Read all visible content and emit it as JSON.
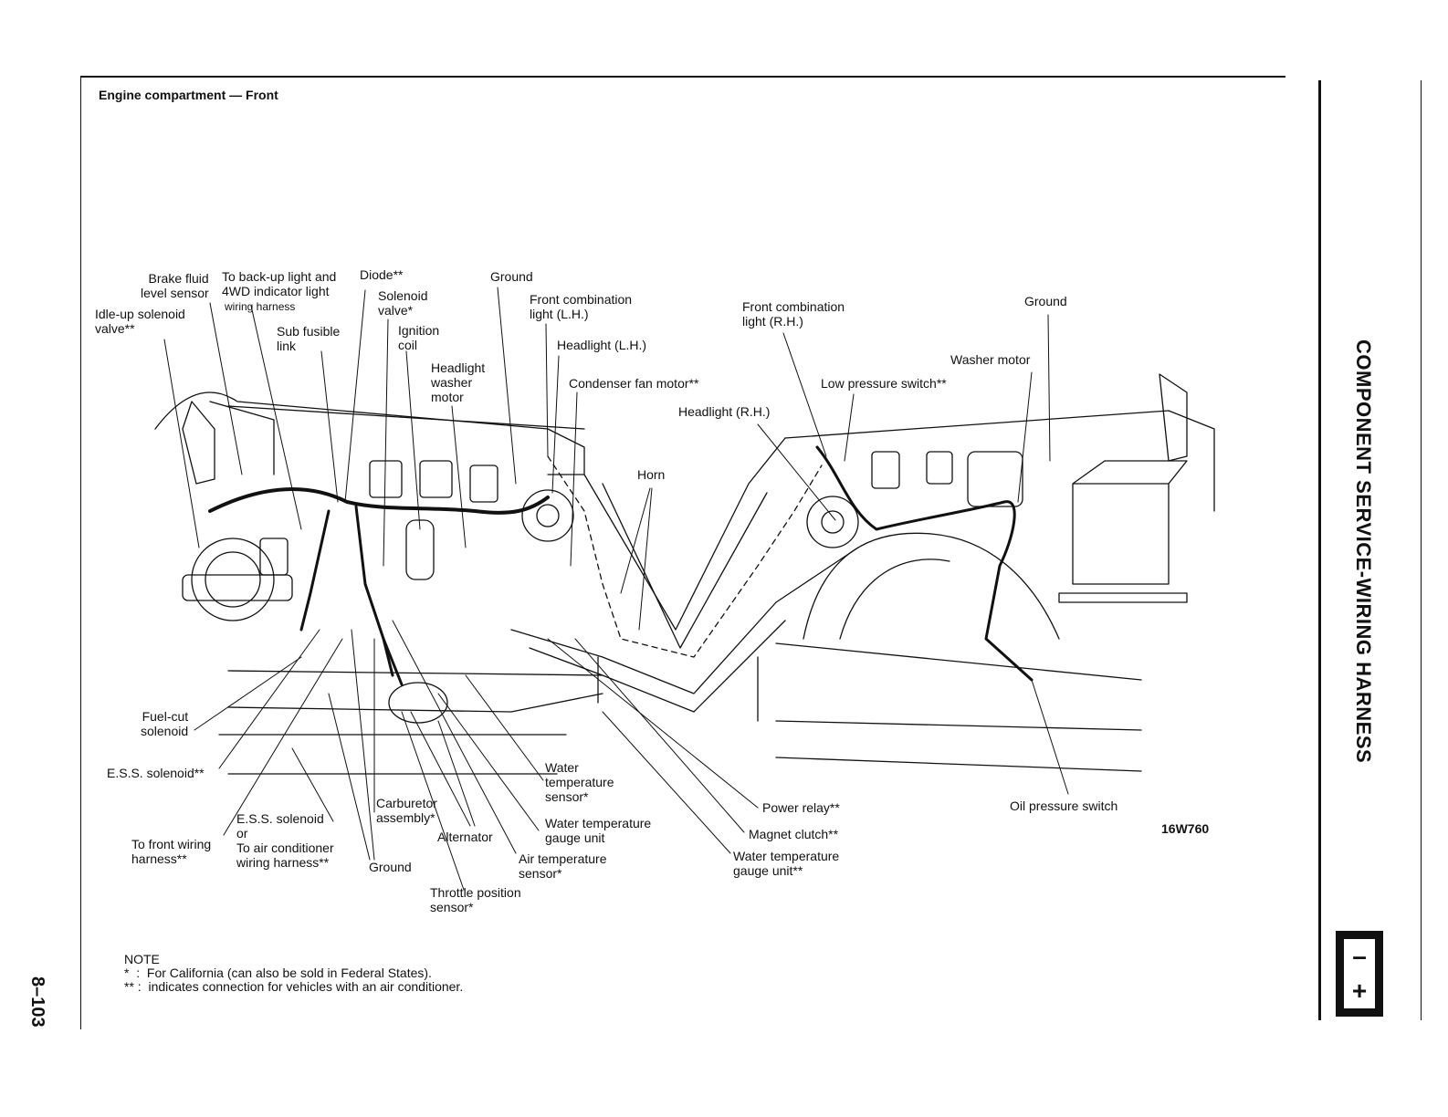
{
  "page": {
    "title": "Engine compartment — Front",
    "side_title": "COMPONENT SERVICE-WIRING HARNESS",
    "page_number": "8–103",
    "figure_code": "16W760",
    "badge_top": "–",
    "badge_bottom": "+"
  },
  "labels": {
    "brake_fluid": "Brake fluid\nlevel sensor",
    "backup_light": "To back-up light and\n4WD indicator light",
    "wiring_harness": "wiring harness",
    "diode": "Diode**",
    "solenoid_valve": "Solenoid\nvalve*",
    "ground_top": "Ground",
    "idle_up": "Idle-up solenoid\nvalve**",
    "sub_fusible": "Sub fusible\nlink",
    "ignition_coil": "Ignition\ncoil",
    "headlight_washer": "Headlight\nwasher\nmotor",
    "front_comb_lh": "Front combination\nlight (L.H.)",
    "headlight_lh": "Headlight (L.H.)",
    "condenser_fan": "Condenser fan motor**",
    "front_comb_rh": "Front combination\nlight (R.H.)",
    "ground_right": "Ground",
    "washer_motor": "Washer motor",
    "low_pressure": "Low pressure switch**",
    "headlight_rh": "Headlight (R.H.)",
    "horn": "Horn",
    "fuel_cut": "Fuel-cut\nsolenoid",
    "ess_solenoid_star": "E.S.S. solenoid**",
    "ess_solenoid_or": "E.S.S. solenoid\nor\nTo air conditioner\nwiring harness**",
    "to_front_wiring": "To front wiring\nharness**",
    "ground_bottom": "Ground",
    "carburetor": "Carburetor\nassembly*",
    "alternator": "Alternator",
    "water_temp_sensor": "Water\ntemperature\nsensor*",
    "water_temp_gauge": "Water temperature\ngauge unit",
    "air_temp_sensor": "Air temperature\nsensor*",
    "throttle_sensor": "Throttle position\nsensor*",
    "power_relay": "Power relay**",
    "magnet_clutch": "Magnet clutch**",
    "water_temp_gauge2": "Water temperature\ngauge unit**",
    "oil_pressure": "Oil pressure switch"
  },
  "note": {
    "heading": "NOTE",
    "line1": "*  :  For California (can also be sold in Federal States).",
    "line2": "** :  indicates connection for vehicles with an air conditioner."
  }
}
